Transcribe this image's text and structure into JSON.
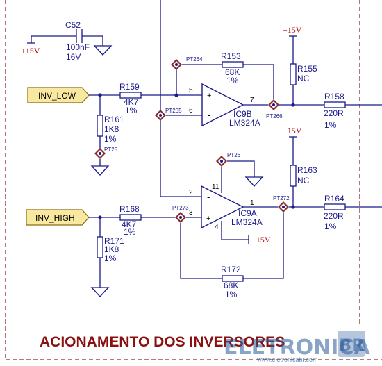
{
  "title": "ACIONAMENTO DOS INVERSORES",
  "net_labels": {
    "inv_low": "INV_LOW",
    "inv_high": "INV_HIGH"
  },
  "power": {
    "top_left": "+15V",
    "r155_top": "+15V",
    "r163_top": "+15V",
    "ic9a_pin4": "+15V"
  },
  "capacitor": {
    "ref": "C52",
    "value": "100nF",
    "voltage": "16V"
  },
  "resistors": {
    "r153": {
      "ref": "R153",
      "value": "68K",
      "tol": "1%"
    },
    "r155": {
      "ref": "R155",
      "value": "NC"
    },
    "r158": {
      "ref": "R158",
      "value": "220R",
      "tol": "1%"
    },
    "r159": {
      "ref": "R159",
      "value": "4K7",
      "tol": "1%"
    },
    "r161": {
      "ref": "R161",
      "value": "1K8",
      "tol": "1%"
    },
    "r163": {
      "ref": "R163",
      "value": "NC"
    },
    "r164": {
      "ref": "R164",
      "value": "220R",
      "tol": "1%"
    },
    "r168": {
      "ref": "R168",
      "value": "4K7",
      "tol": "1%"
    },
    "r171": {
      "ref": "R171",
      "value": "1K8",
      "tol": "1%"
    },
    "r172": {
      "ref": "R172",
      "value": "68K",
      "tol": "1%"
    }
  },
  "opamps": {
    "ic9b": {
      "ref": "IC9B",
      "part": "LM324A",
      "pin_in_plus": "5",
      "pin_in_minus": "6",
      "pin_out": "7"
    },
    "ic9a": {
      "ref": "IC9A",
      "part": "LM324A",
      "pin_in_minus": "2",
      "pin_in_plus": "3",
      "pin_out": "1",
      "pin_v_plus": "11",
      "pin_v_minus": "4"
    }
  },
  "test_points": {
    "pt264": "PT264",
    "pt265": "PT265",
    "pt266": "PT266",
    "pt25": "PT25",
    "pt26": "PT26",
    "pt273": "PT273",
    "pt272": "PT272"
  },
  "watermark": {
    "brand": "ELETRONICA",
    "suffix": "BR",
    "url": "www.eletronicabr.com"
  }
}
